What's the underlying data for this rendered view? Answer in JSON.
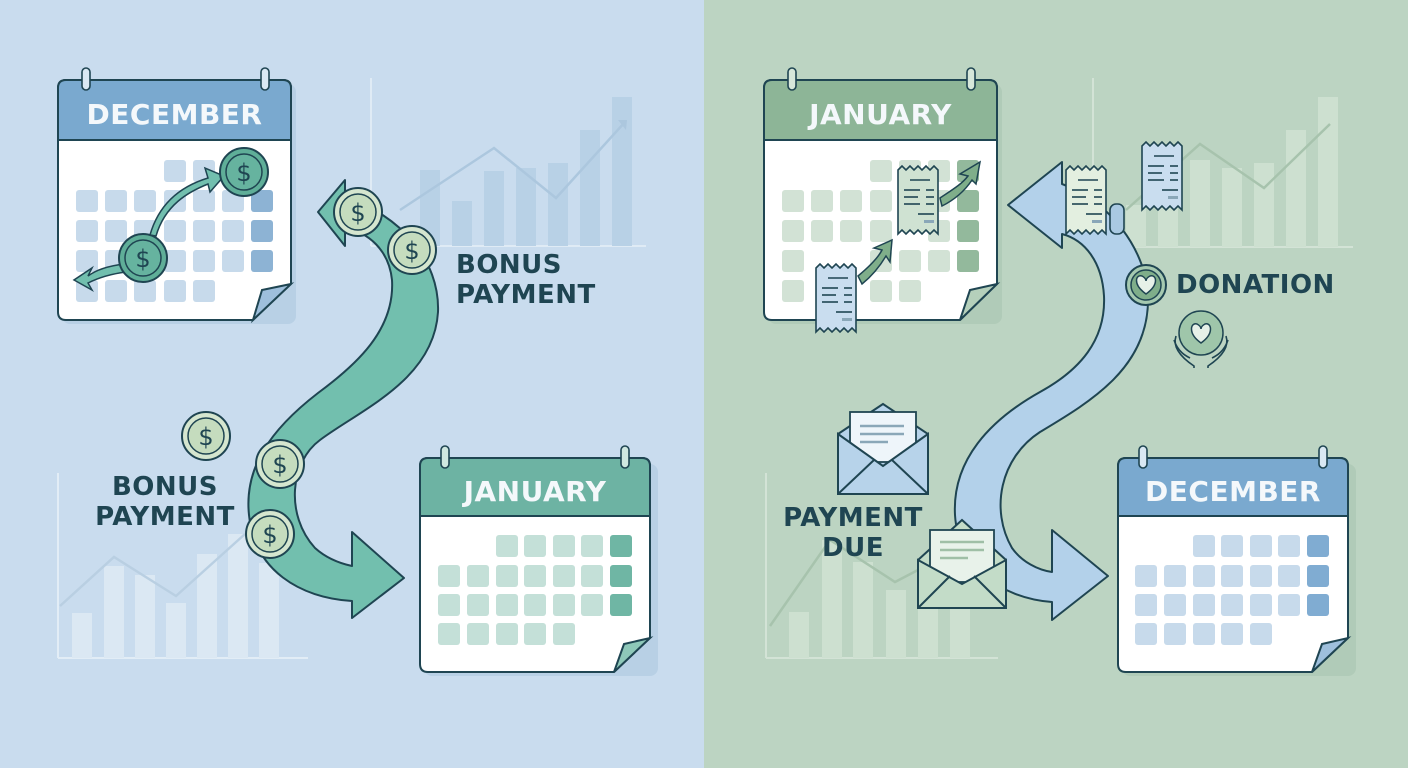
{
  "left_panel": {
    "theme": "shift-income",
    "background": "#c9dcee",
    "arrow_color": "#72bfae",
    "calendar_from": {
      "title": "DECEMBER",
      "header_color": "#7aa9cf"
    },
    "calendar_to": {
      "title": "JANUARY",
      "header_color": "#6db3a3"
    },
    "label_top": {
      "line1": "BONUS",
      "line2": "PAYMENT"
    },
    "label_bottom": {
      "line1": "BONUS",
      "line2": "PAYMENT"
    },
    "icons": [
      "dollar-coin",
      "dollar-coin",
      "dollar-coin",
      "dollar-coin",
      "dollar-coin",
      "dollar-coin"
    ]
  },
  "right_panel": {
    "theme": "shift-deductions",
    "background": "#bcd4c2",
    "arrow_color": "#b3d1ea",
    "calendar_from": {
      "title": "JANUARY",
      "header_color": "#8db597"
    },
    "calendar_to": {
      "title": "DECEMBER",
      "header_color": "#7aa9cf"
    },
    "label_top": {
      "line1": "DONATION"
    },
    "label_bottom": {
      "line1": "PAYMENT",
      "line2": "DUE"
    },
    "icons": [
      "receipt",
      "receipt",
      "receipt",
      "receipt",
      "heart-coin",
      "hands-heart",
      "envelope",
      "envelope"
    ]
  },
  "colors": {
    "outline": "#1f4552",
    "text_dark": "#1f4552",
    "cal_white": "#ffffff",
    "coin_fill": "#d5e6cf"
  }
}
